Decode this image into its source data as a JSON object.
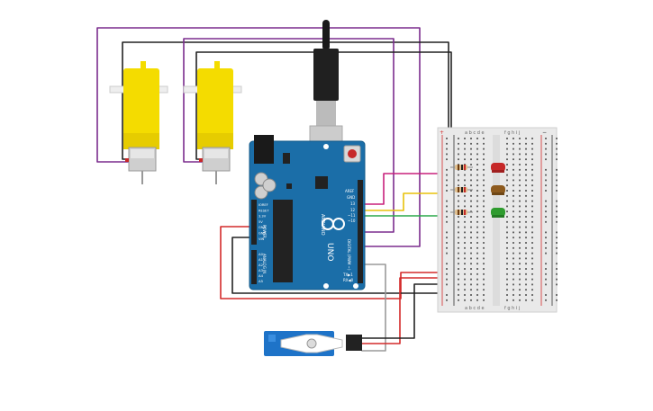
{
  "arduino": {
    "brand": "ARDUINO",
    "model": "UNO",
    "digital_label": "DIGITAL (PWM ~)",
    "power_label": "POWER",
    "analog_label": "ANALOG IN",
    "tx_label": "TX▶1",
    "rx_label": "RX◀0",
    "aref_label": "AREF",
    "gnd_label": "GND",
    "pin13_label": "13",
    "pin12_label": "12",
    "pin11_label": "~11",
    "pin10_label": "~10",
    "power_pins": [
      "IOREF",
      "RESET",
      "3.3V",
      "5V",
      "GND",
      "GND",
      "VIN"
    ],
    "analog_pins": [
      "A0",
      "A1",
      "A2",
      "A3",
      "A4",
      "A5"
    ]
  },
  "breadboard": {
    "cols_left": "a b c d e",
    "cols_right": "f g h i j",
    "plus": "+",
    "minus": "−"
  },
  "colors": {
    "purple_wire": "#7b2d8e",
    "black_wire": "#222222",
    "red_wire": "#d42a2a",
    "magenta_wire": "#c8207c",
    "yellow_wire": "#e8c20a",
    "green_wire": "#2aa84a",
    "gray_wire": "#9a9a9a",
    "board_blue": "#1b6ea8",
    "motor_yellow": "#f4dc00",
    "led_red": "#c62828",
    "led_brown": "#8d5a1e",
    "led_green": "#2e9b2e",
    "servo_blue": "#1e73c8"
  }
}
